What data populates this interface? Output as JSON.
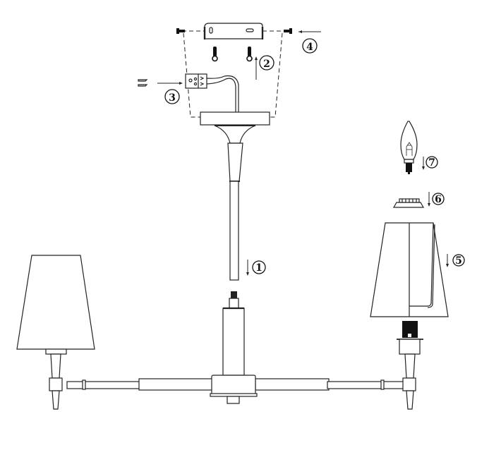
{
  "diagram": {
    "title": "Chandelier assembly diagram",
    "colors": {
      "line": "#222222",
      "fill": "#ffffff",
      "dark": "#111111"
    },
    "steps": [
      {
        "number": "1",
        "label": "①",
        "part": "down-rod"
      },
      {
        "number": "2",
        "label": "②",
        "part": "mounting-screws"
      },
      {
        "number": "3",
        "label": "③",
        "part": "wire-connector"
      },
      {
        "number": "4",
        "label": "④",
        "part": "canopy-screws"
      },
      {
        "number": "5",
        "label": "⑤",
        "part": "lamp-shade"
      },
      {
        "number": "6",
        "label": "⑥",
        "part": "shade-ring"
      },
      {
        "number": "7",
        "label": "⑦",
        "part": "candle-bulb"
      }
    ]
  }
}
